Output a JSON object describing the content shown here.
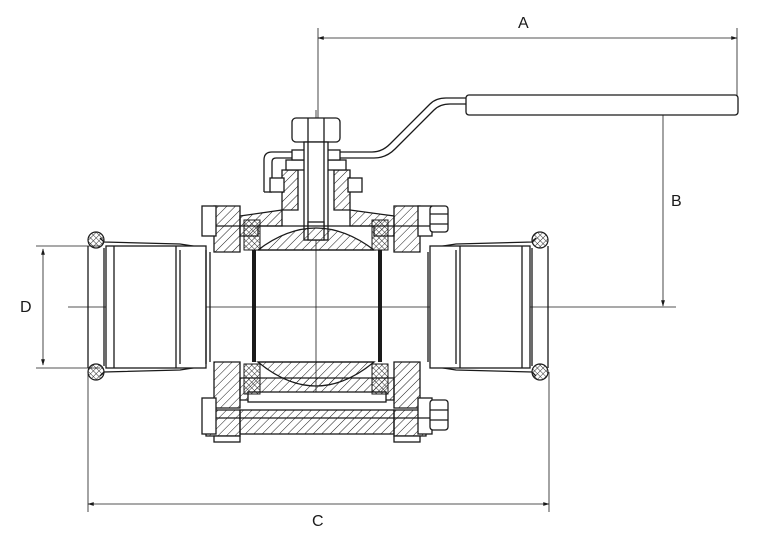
{
  "diagram": {
    "dimensions": [
      {
        "id": "A",
        "label": "A"
      },
      {
        "id": "B",
        "label": "B"
      },
      {
        "id": "C",
        "label": "C"
      },
      {
        "id": "D",
        "label": "D"
      }
    ],
    "colors": {
      "line": "#1a1a1a",
      "background": "#ffffff"
    }
  }
}
